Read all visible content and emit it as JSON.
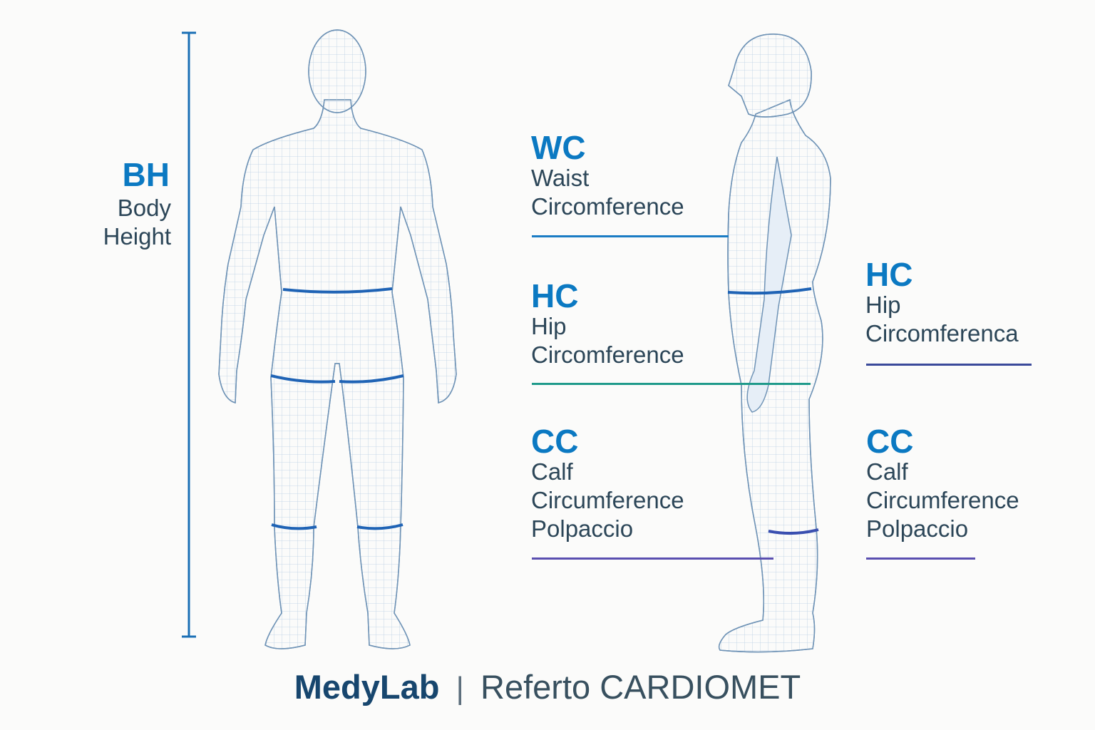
{
  "labels": {
    "bh": {
      "abbr": "BH",
      "line1": "Body",
      "line2": "Height"
    },
    "wc": {
      "abbr": "WC",
      "line1": "Waist",
      "line2": "Circomference"
    },
    "hc_left": {
      "abbr": "HC",
      "line1": "Hip",
      "line2": "Circomference"
    },
    "cc_left": {
      "abbr": "CC",
      "line1": "Calf",
      "line2": "Circumference",
      "line3": "Polpaccio"
    },
    "hc_right": {
      "abbr": "HC",
      "line1": "Hip",
      "line2": "Circomferenca"
    },
    "cc_right": {
      "abbr": "CC",
      "line1": "Calf",
      "line2": "Circumference",
      "line3": "Polpaccio"
    }
  },
  "footer": {
    "brand": "MedyLab",
    "separator": "|",
    "title": "Referto CARDIOMET"
  },
  "colors": {
    "accent": "#0b79c2",
    "waist_line": "#1a7cc4",
    "hip_line": "#1f9a8a",
    "calf_line": "#5a4fb0",
    "hip_right_line": "#3a4a9a",
    "brand": "#17466e",
    "text": "#2c4658"
  }
}
